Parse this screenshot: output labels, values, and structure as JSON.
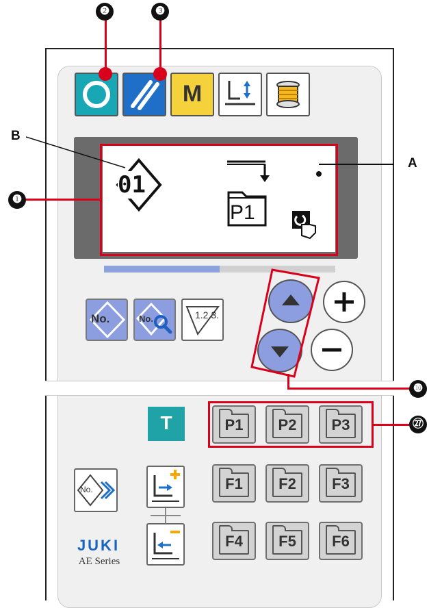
{
  "callouts": {
    "c1": "❶",
    "c2": "❷",
    "c3": "❸",
    "c10": "❿",
    "c27": "㉗",
    "A": "A",
    "B": "B"
  },
  "keys": {
    "menu_label": "M",
    "test_label": "T",
    "no_label": "No.",
    "no_search_label": "No.",
    "counter_label": "1.2.3.",
    "no_register_label": "No."
  },
  "lcd": {
    "pattern_no": "01",
    "pattern_key": "P1"
  },
  "pattern_keys": [
    "P1",
    "P2",
    "P3"
  ],
  "function_keys_row1": [
    "F1",
    "F2",
    "F3"
  ],
  "function_keys_row2": [
    "F4",
    "F5",
    "F6"
  ],
  "brand": {
    "logo": "JUKI",
    "series": "AE Series"
  },
  "colors": {
    "ready_key": "#18a7b5",
    "reset_key": "#1f6fc9",
    "menu_key": "#f5d23c",
    "test_key": "#1fa3a6",
    "blue_keys": "#8c9ee0",
    "callout_red": "#d9001b",
    "juki_blue": "#1565c0"
  }
}
